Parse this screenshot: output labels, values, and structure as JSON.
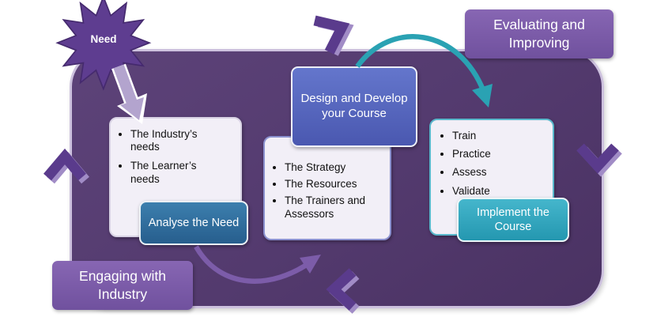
{
  "need_burst": {
    "label": "Need"
  },
  "outer_labels": {
    "top_right": "Evaluating and Improving",
    "bottom_left": "Engaging with Industry"
  },
  "stages": [
    {
      "label": "Analyse the Need",
      "bullets": [
        "The Industry’s needs",
        "The Learner’s needs"
      ]
    },
    {
      "label": "Design and Develop your Course",
      "bullets": [
        "The Strategy",
        "The Resources",
        "The Trainers and Assessors"
      ]
    },
    {
      "label": "Implement the Course",
      "bullets": [
        "Train",
        "Practice",
        "Assess",
        "Validate"
      ]
    }
  ],
  "colors": {
    "panel": "#533a6e",
    "panel_border": "#cdc1de",
    "starburst": "#5e3d90",
    "analyse_box": "#2d6b9e",
    "design_box": "#5765bf",
    "implement_box": "#33a9c1",
    "outer_label": "#7a5aa8",
    "chevron": "#5a3b8c",
    "chevron_highlight": "#a18cc6",
    "teal_arrow": "#2aa2b3",
    "purple_arrow": "#7c5ca9",
    "need_arrow": "#b3a4ce",
    "card_bg": "#f2eff7"
  }
}
